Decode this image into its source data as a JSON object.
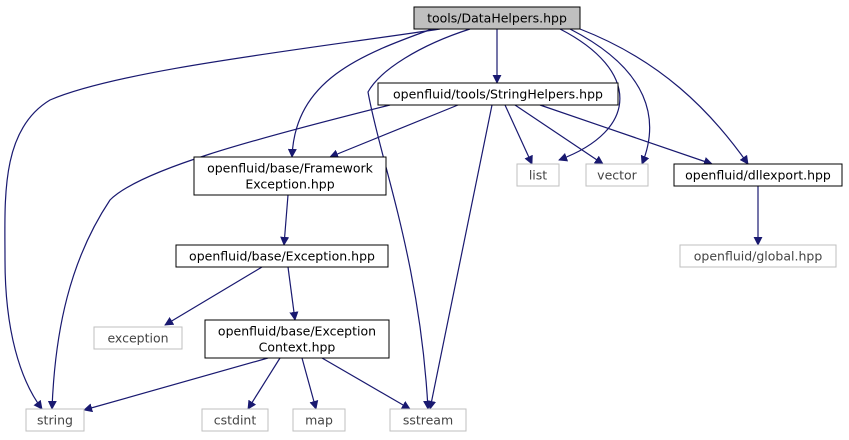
{
  "colors": {
    "edge": "#191970",
    "root_fill": "#bfbfbf",
    "box_border_dark": "#000000",
    "box_border_light": "#bfbfbf",
    "text_dark": "#000000",
    "text_light": "#444444"
  },
  "nodes": {
    "data_helpers": {
      "lines": [
        "tools/DataHelpers.hpp"
      ]
    },
    "string_helpers": {
      "lines": [
        "openfluid/tools/StringHelpers.hpp"
      ]
    },
    "framework_exception": {
      "lines": [
        "openfluid/base/Framework",
        "Exception.hpp"
      ]
    },
    "list": {
      "lines": [
        "list"
      ]
    },
    "vector": {
      "lines": [
        "vector"
      ]
    },
    "dllexport": {
      "lines": [
        "openfluid/dllexport.hpp"
      ]
    },
    "exception_hpp": {
      "lines": [
        "openfluid/base/Exception.hpp"
      ]
    },
    "global": {
      "lines": [
        "openfluid/global.hpp"
      ]
    },
    "exception": {
      "lines": [
        "exception"
      ]
    },
    "exception_context": {
      "lines": [
        "openfluid/base/Exception",
        "Context.hpp"
      ]
    },
    "string": {
      "lines": [
        "string"
      ]
    },
    "cstdint": {
      "lines": [
        "cstdint"
      ]
    },
    "map": {
      "lines": [
        "map"
      ]
    },
    "sstream": {
      "lines": [
        "sstream"
      ]
    }
  }
}
